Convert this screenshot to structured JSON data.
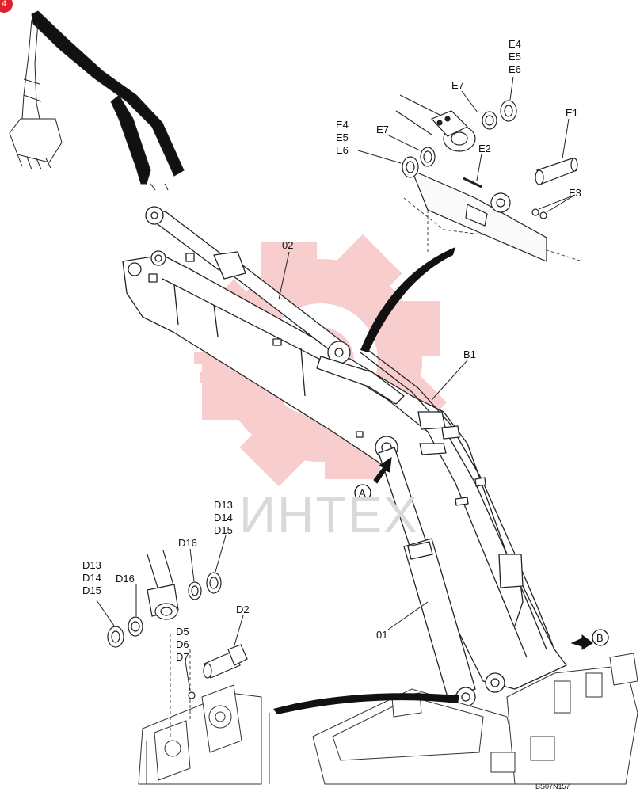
{
  "watermark": {
    "text": "ИНТЕХ",
    "color": "#f1a6a6"
  },
  "badge": {
    "text": "4",
    "color": "#e0202a"
  },
  "drawing_code": "BS07N157",
  "labels": {
    "l02": "02",
    "l01": "01",
    "B1": "B1",
    "E1": "E1",
    "E2": "E2",
    "E3": "E3",
    "E7a": "E7",
    "E7b": "E7",
    "E4a": "E4",
    "E5a": "E5",
    "E6a": "E6",
    "E4b": "E4",
    "E5b": "E5",
    "E6b": "E6",
    "D13a": "D13",
    "D14a": "D14",
    "D15a": "D15",
    "D13b": "D13",
    "D14b": "D14",
    "D15b": "D15",
    "D16a": "D16",
    "D16b": "D16",
    "D2": "D2",
    "D5": "D5",
    "D6": "D6",
    "D7": "D7",
    "callA": "A",
    "callB": "B"
  }
}
